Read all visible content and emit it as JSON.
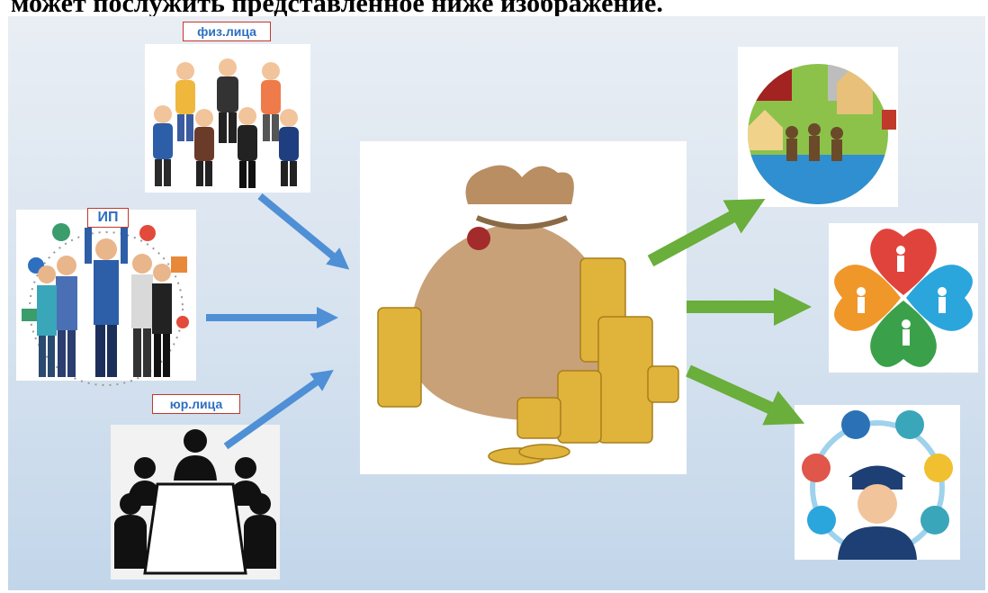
{
  "heading": "может послужить представленное ниже изображение.",
  "labels": {
    "individuals": "физ.лица",
    "entrepreneurs": "ИП",
    "legal_entities": "юр.лица"
  },
  "colors": {
    "background_top": "#e9eef4",
    "background_bottom": "#c2d6ea",
    "input_arrow": "#4f8fd6",
    "output_arrow": "#6aae3b",
    "label_border": "#c0392b",
    "label_text": "#2e6fc0",
    "coin": "#e0b33a",
    "bag": "#c9a178"
  },
  "diagram": {
    "inputs": [
      "individuals-image",
      "entrepreneurs-image",
      "legal-entities-image"
    ],
    "center": "money-bag-image",
    "outputs": [
      "city-infrastructure-image",
      "social-support-image",
      "police-image"
    ]
  }
}
